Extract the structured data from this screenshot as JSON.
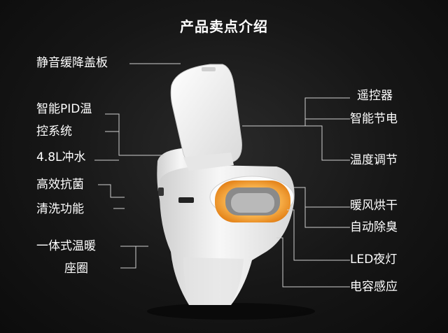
{
  "title": "产品卖点介绍",
  "left_labels": [
    "静音缓降盖板",
    "智能PID温",
    "控系统",
    "4.8L冲水",
    "高效抗菌",
    "清洗功能",
    "一体式温暖",
    "座圈"
  ],
  "right_labels": [
    "遥控器",
    "智能节电",
    "温度调节",
    "暖风烘干",
    "自动除臭",
    "LED夜灯",
    "电容感应"
  ],
  "colors": {
    "background": "#141414",
    "text": "#ffffff",
    "line": "#cfcfcf",
    "seat_glow": "#f5a23a",
    "toilet_body": "#f2f2f2"
  },
  "icons": [
    "smart-toilet-illustration"
  ]
}
